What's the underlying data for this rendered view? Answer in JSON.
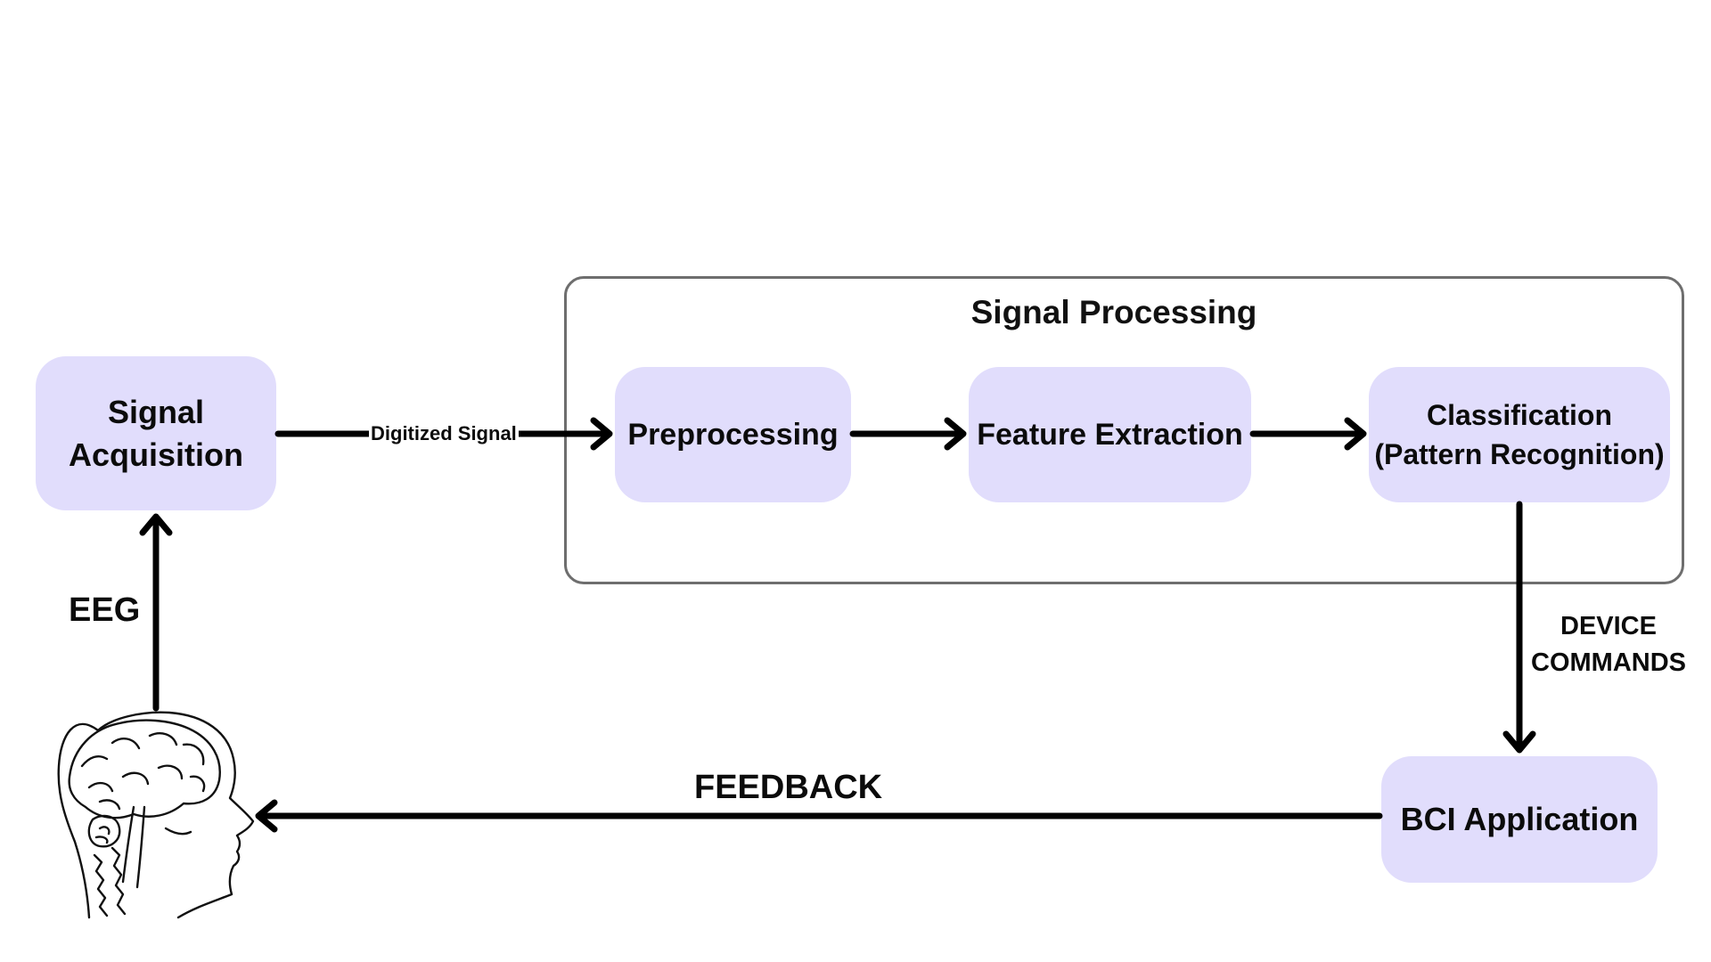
{
  "group": {
    "title": "Signal Processing"
  },
  "nodes": {
    "signal_acquisition": "Signal\nAcquisition",
    "preprocessing": "Preprocessing",
    "feature_extraction": "Feature Extraction",
    "classification": "Classification\n(Pattern Recognition)",
    "bci_application": "BCI Application"
  },
  "edges": {
    "digitized_signal": "Digitized Signal",
    "eeg": "EEG",
    "device_commands": "DEVICE\nCOMMANDS",
    "feedback": "FEEDBACK"
  },
  "icons": {
    "head": "human-head-brain-icon"
  },
  "colors": {
    "node_fill": "#e1ddfc",
    "group_border": "#6e6e6e",
    "arrow": "#000000"
  }
}
